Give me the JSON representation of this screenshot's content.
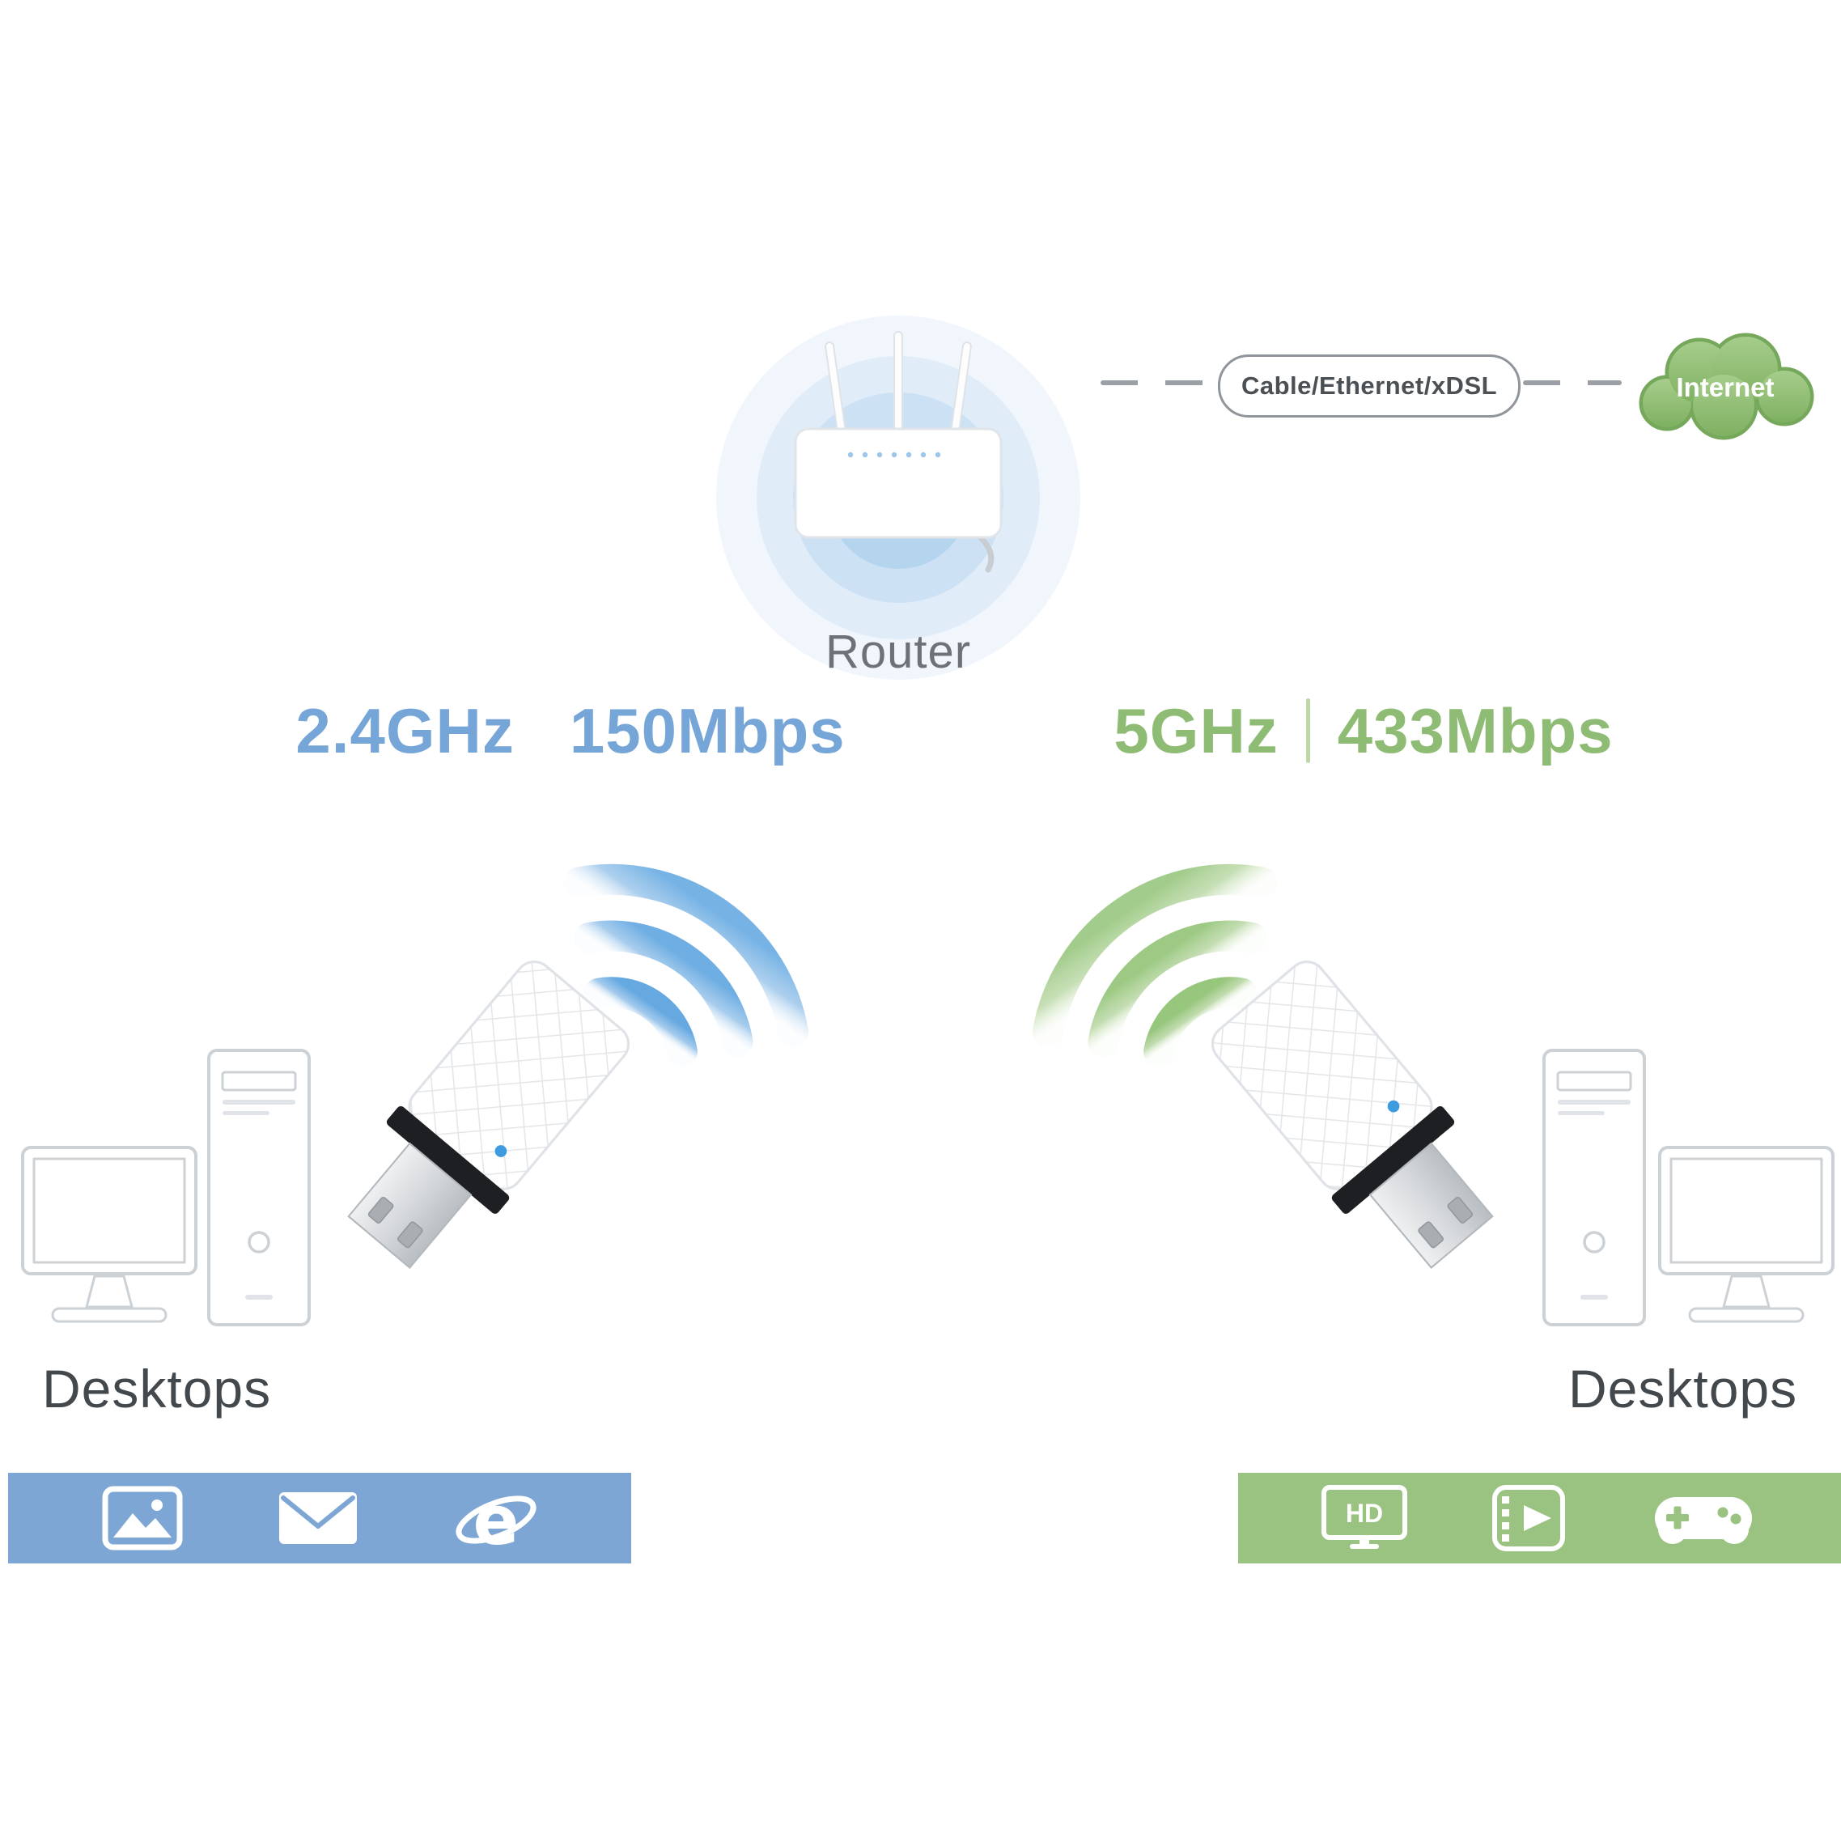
{
  "colors": {
    "blue": "#76a5d8",
    "blue_bar": "#7da6d4",
    "blue_light": "#aecbe9",
    "green": "#8fbc74",
    "green_bar": "#9ac281",
    "green_light": "#bcd8a6",
    "outline": "#ccd1d6",
    "dash": "#9aa0a5",
    "pill_border": "#8f959a",
    "pill_text": "#4b5055",
    "text_dark": "#43484d",
    "text_gray": "#6d7276",
    "cloud": "#8cbd70",
    "cloud_edge": "#76a85c",
    "led_blue": "#3f9be0"
  },
  "router": {
    "label": "Router"
  },
  "connection": {
    "cable_label": "Cable/Ethernet/xDSL",
    "internet_label": "Internet"
  },
  "left": {
    "band": "2.4GHz",
    "speed": "150Mbps",
    "desktops_label": "Desktops",
    "adapter": "usb-wifi-adapter",
    "bar_icons": [
      "photo-icon",
      "mail-icon",
      "ie-browser-icon"
    ],
    "ie_glyph": "e"
  },
  "right": {
    "band": "5GHz",
    "speed": "433Mbps",
    "desktops_label": "Desktops",
    "adapter": "usb-wifi-adapter",
    "bar_icons": [
      "hd-tv-icon",
      "video-player-icon",
      "gamepad-icon"
    ],
    "hd_label": "HD"
  }
}
